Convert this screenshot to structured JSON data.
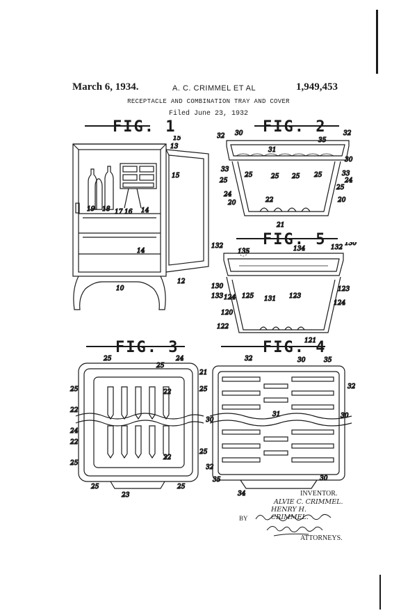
{
  "header": {
    "date": "March 6, 1934.",
    "inventors": "A. C. CRIMMEL ET AL",
    "patent_number": "1,949,453",
    "title": "RECEPTACLE AND COMBINATION TRAY AND COVER",
    "filed": "Filed June 23, 1932"
  },
  "figures": {
    "fig1": {
      "label": "FIG. 1",
      "refs": [
        "15",
        "13",
        "15",
        "19",
        "18",
        "17",
        "16",
        "14",
        "14",
        "10",
        "12"
      ]
    },
    "fig2": {
      "label": "FIG. 2",
      "refs": [
        "32",
        "30",
        "31",
        "35",
        "32",
        "30",
        "33",
        "25",
        "25",
        "25",
        "25",
        "25",
        "33",
        "24",
        "25",
        "24",
        "20",
        "20",
        "22",
        "21"
      ]
    },
    "fig5": {
      "label": "FIG. 5",
      "refs": [
        "132",
        "135",
        "134",
        "132",
        "130",
        "130",
        "133",
        "124",
        "125",
        "131",
        "123",
        "123",
        "124",
        "120",
        "122",
        "121"
      ]
    },
    "fig3": {
      "label": "FIG. 3",
      "refs": [
        "25",
        "25",
        "24",
        "21",
        "25",
        "22",
        "22",
        "25",
        "24",
        "22",
        "22",
        "25",
        "25",
        "25",
        "23",
        "25"
      ]
    },
    "fig4": {
      "label": "FIG. 4",
      "refs": [
        "32",
        "30",
        "35",
        "32",
        "30",
        "31",
        "30",
        "32",
        "35",
        "30",
        "34"
      ]
    }
  },
  "signature": {
    "heading": "INVENTOR.",
    "names": [
      "ALVIE C. CRIMMEL.",
      "HENRY H. CRIMMEL."
    ],
    "by": "BY",
    "attorneys_label": "ATTORNEYS."
  }
}
